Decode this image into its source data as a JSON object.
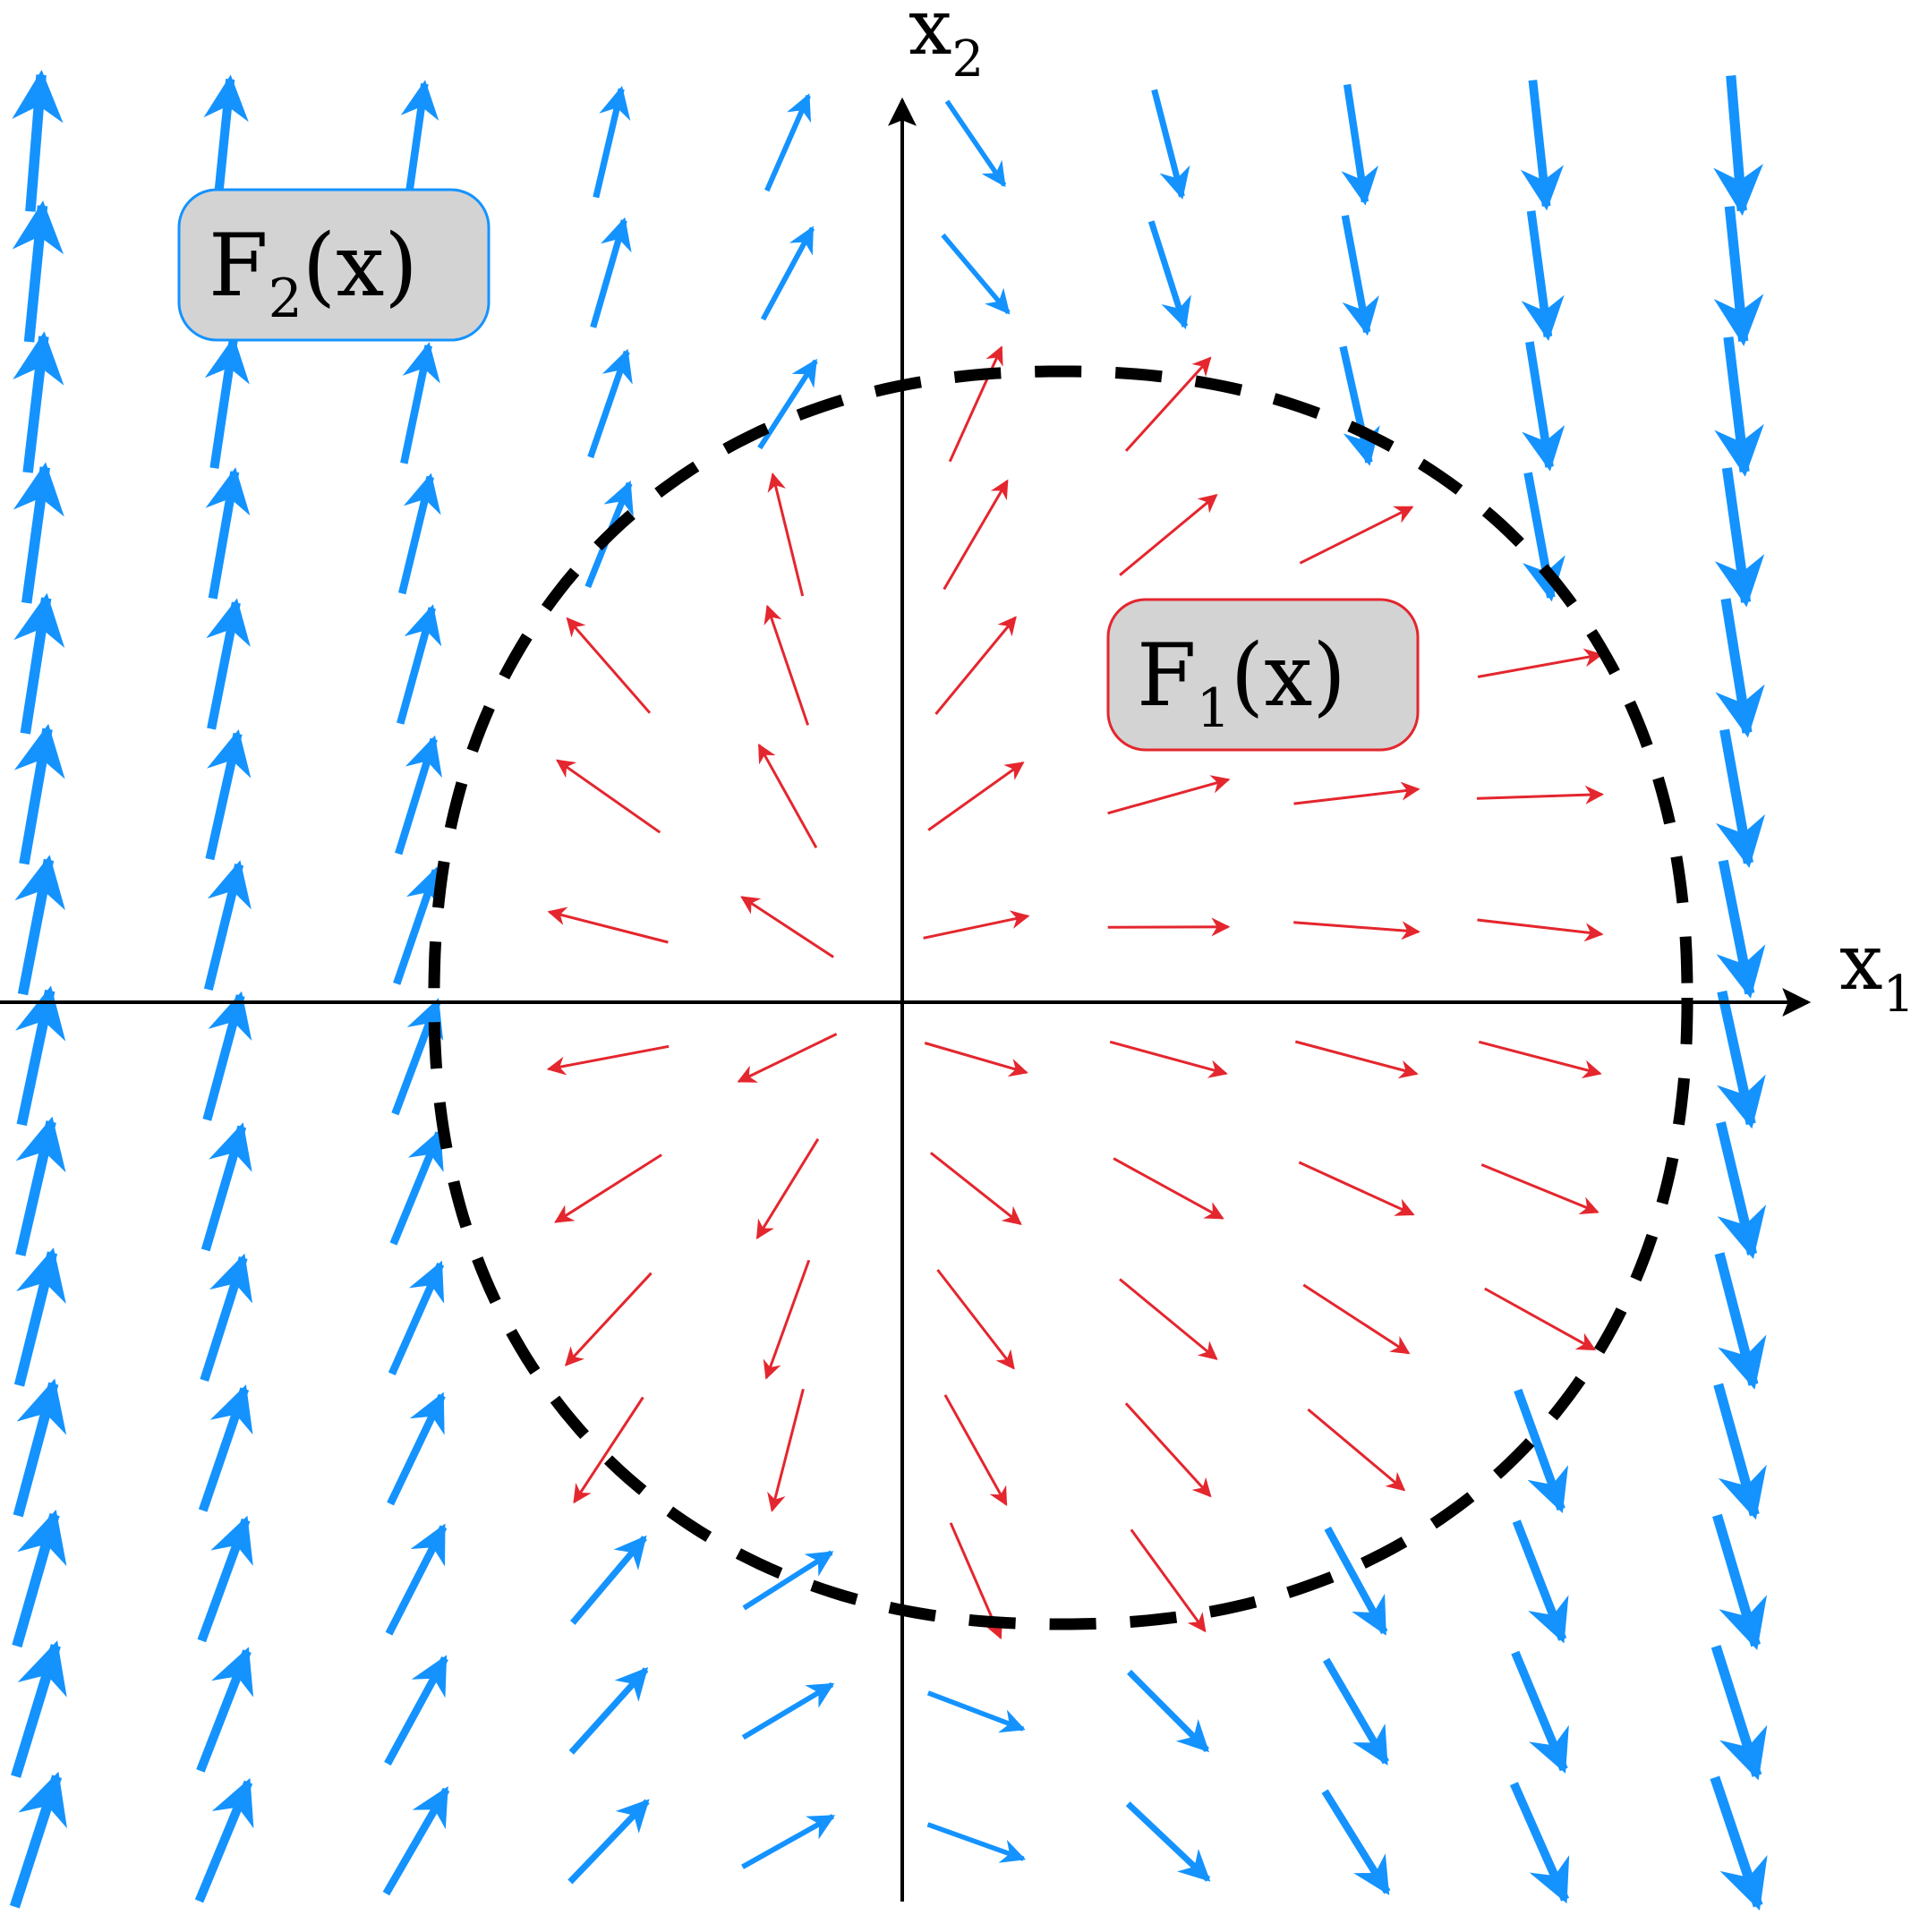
{
  "colors": {
    "field_outer": "#1493ff",
    "field_inner": "#e4262e",
    "axes": "#000000",
    "boundary": "#000000",
    "label_box_fill": "#d3d3d3"
  },
  "axes": {
    "x_label": "x",
    "x_subscript": "1",
    "y_label": "x",
    "y_subscript": "2"
  },
  "labels": {
    "f1": {
      "main": "F",
      "sub": "1",
      "arg": "(x)"
    },
    "f2": {
      "main": "F",
      "sub": "2",
      "arg": "(x)"
    }
  },
  "boundary": {
    "style": "dashed",
    "shape": "closed curve"
  }
}
